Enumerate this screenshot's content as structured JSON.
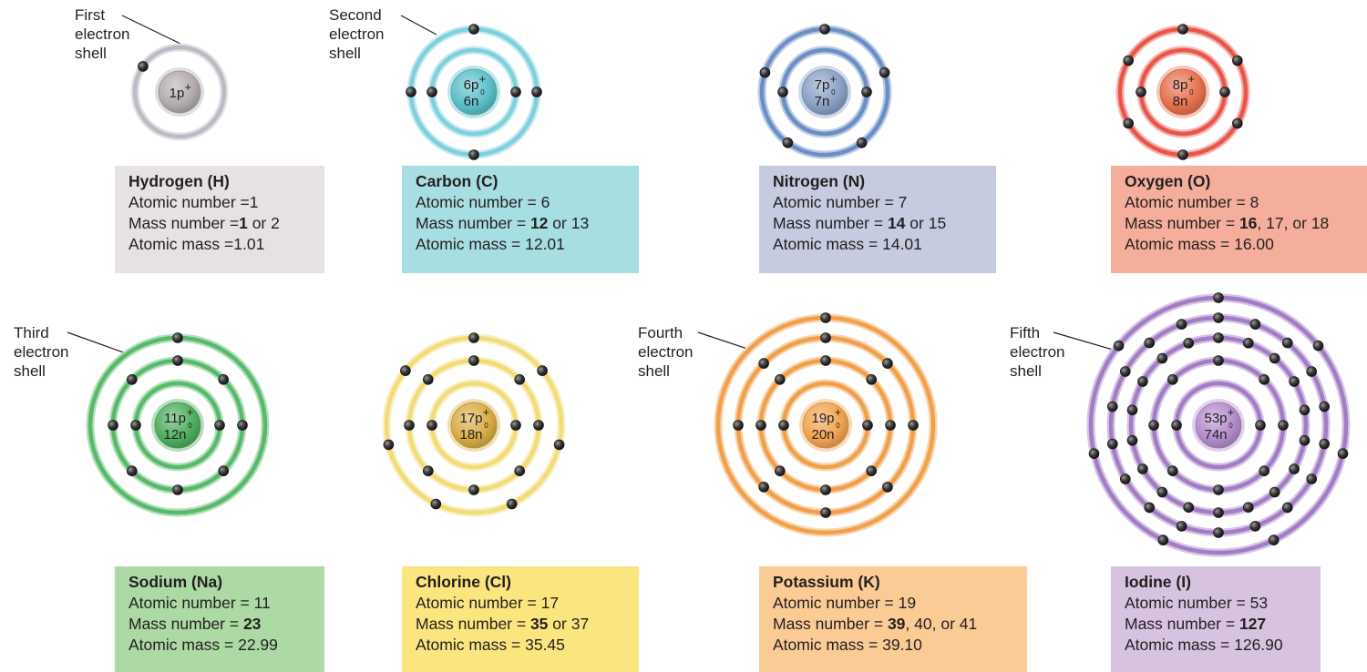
{
  "shell_labels": {
    "first": "First\nelectron\nshell",
    "second": "Second\nelectron\nshell",
    "third": "Third\nelectron\nshell",
    "fourth": "Fourth\nelectron\nshell",
    "fifth": "Fifth\nelectron\nshell"
  },
  "elements": [
    {
      "id": "hydrogen",
      "name": "Hydrogen (H)",
      "protons": "1p",
      "neutrons": "",
      "atomic_number": "Atomic number =1",
      "mass_prefix": "Mass number =",
      "mass_bold": "1",
      "mass_rest": " or 2",
      "atomic_mass": "Atomic mass =1.01",
      "shells": [
        1
      ],
      "color": "#b9bcc4",
      "nucleus_color": "#b2abb0",
      "box_color": "#e6e2e2"
    },
    {
      "id": "carbon",
      "name": "Carbon (C)",
      "protons": "6p",
      "neutrons": "6n",
      "atomic_number": "Atomic number = 6",
      "mass_prefix": "Mass number = ",
      "mass_bold": "12",
      "mass_rest": " or 13",
      "atomic_mass": "Atomic mass = 12.01",
      "shells": [
        2,
        4
      ],
      "color": "#7fd0dd",
      "nucleus_color": "#5cbfc8",
      "box_color": "#a6dee2"
    },
    {
      "id": "nitrogen",
      "name": "Nitrogen (N)",
      "protons": "7p",
      "neutrons": "7n",
      "atomic_number": "Atomic number = 7",
      "mass_prefix": "Mass number = ",
      "mass_bold": "14",
      "mass_rest": " or 15",
      "atomic_mass": "Atomic mass = 14.01",
      "shells": [
        2,
        5
      ],
      "color": "#6b8ec4",
      "nucleus_color": "#8aa0c4",
      "box_color": "#c6cbe0"
    },
    {
      "id": "oxygen",
      "name": "Oxygen (O)",
      "protons": "8p",
      "neutrons": "8n",
      "atomic_number": "Atomic number = 8",
      "mass_prefix": "Mass number = ",
      "mass_bold": "16",
      "mass_rest": ", 17, or 18",
      "atomic_mass": "Atomic mass = 16.00",
      "shells": [
        2,
        6
      ],
      "color": "#e8564a",
      "nucleus_color": "#e6714f",
      "box_color": "#f5ae9c"
    },
    {
      "id": "sodium",
      "name": "Sodium (Na)",
      "protons": "11p",
      "neutrons": "12n",
      "atomic_number": "Atomic number = 11",
      "mass_prefix": "Mass number = ",
      "mass_bold": "23",
      "mass_rest": "",
      "atomic_mass": "Atomic mass = 22.99",
      "shells": [
        2,
        8,
        1
      ],
      "color": "#58b96a",
      "nucleus_color": "#4fae60",
      "box_color": "#acd9a4"
    },
    {
      "id": "chlorine",
      "name": "Chlorine (Cl)",
      "protons": "17p",
      "neutrons": "18n",
      "atomic_number": "Atomic number = 17",
      "mass_prefix": "Mass number = ",
      "mass_bold": "35",
      "mass_rest": " or 37",
      "atomic_mass": "Atomic mass = 35.45",
      "shells": [
        2,
        8,
        7
      ],
      "color": "#f2dc78",
      "nucleus_color": "#d9ac45",
      "box_color": "#fbe57f"
    },
    {
      "id": "potassium",
      "name": "Potassium (K)",
      "protons": "19p",
      "neutrons": "20n",
      "atomic_number": "Atomic number = 19",
      "mass_prefix": "Mass number = ",
      "mass_bold": "39",
      "mass_rest": ", 40, or 41",
      "atomic_mass": "Atomic mass = 39.10",
      "shells": [
        2,
        8,
        8,
        1
      ],
      "color": "#f0a04a",
      "nucleus_color": "#f0a450",
      "box_color": "#fbcb96"
    },
    {
      "id": "iodine",
      "name": "Iodine (I)",
      "protons": "53p",
      "neutrons": "74n",
      "atomic_number": "Atomic number = 53",
      "mass_prefix": "Mass number = ",
      "mass_bold": "127",
      "mass_rest": "",
      "atomic_mass": "Atomic mass = 126.90",
      "shells": [
        2,
        8,
        18,
        18,
        7
      ],
      "color": "#a27cc4",
      "nucleus_color": "#b48dcc",
      "box_color": "#d7c2e0"
    }
  ]
}
